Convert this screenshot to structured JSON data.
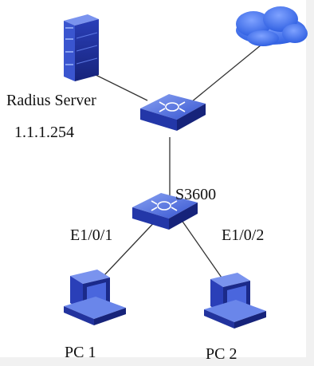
{
  "diagram": {
    "nodes": {
      "radius_server": {
        "label": "Radius Server",
        "ip": "1.1.1.254",
        "icon": "server-icon"
      },
      "internet": {
        "icon": "cloud-icon"
      },
      "core_switch": {
        "icon": "switch-icon"
      },
      "access_switch": {
        "label": "S3600",
        "icon": "switch-icon"
      },
      "pc1": {
        "label": "PC 1",
        "icon": "computer-icon"
      },
      "pc2": {
        "label": "PC 2",
        "icon": "computer-icon"
      }
    },
    "ports": {
      "left": "E1/0/1",
      "right": "E1/0/2"
    },
    "links": [
      [
        "radius_server",
        "core_switch"
      ],
      [
        "internet",
        "core_switch"
      ],
      [
        "core_switch",
        "access_switch"
      ],
      [
        "access_switch",
        "pc1"
      ],
      [
        "access_switch",
        "pc2"
      ]
    ],
    "colors": {
      "device_dark": "#1b2a8a",
      "device_mid": "#2f47c8",
      "device_light": "#6a86ea",
      "cloud": "#3c6be8",
      "line": "#333333"
    }
  }
}
